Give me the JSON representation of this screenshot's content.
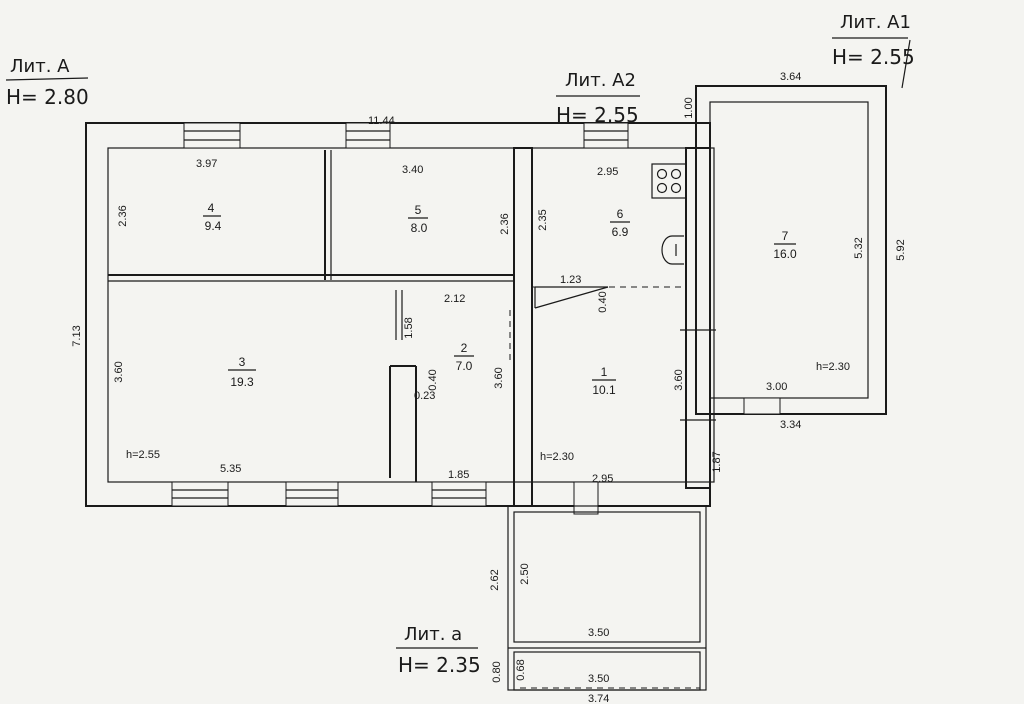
{
  "labels": {
    "lit_a_title": "Лит. А",
    "lit_a_height": "H= 2.80",
    "lit_a1_title": "Лит. А1",
    "lit_a1_height": "H= 2.55",
    "lit_a2_title": "Лит. А2",
    "lit_a2_height": "H= 2.55",
    "lit_a_small_title": "Лит. а",
    "lit_a_small_height": "H= 2.35"
  },
  "rooms": [
    {
      "number": "4",
      "area": "9.4"
    },
    {
      "number": "5",
      "area": "8.0"
    },
    {
      "number": "6",
      "area": "6.9"
    },
    {
      "number": "7",
      "area": "16.0"
    },
    {
      "number": "3",
      "area": "19.3"
    },
    {
      "number": "2",
      "area": "7.0"
    },
    {
      "number": "1",
      "area": "10.1"
    }
  ],
  "dimensions": {
    "overall_width": "11.44",
    "overall_height": "7.13",
    "r4_width": "3.97",
    "r4_height": "2.36",
    "r5_width": "3.40",
    "r5_height": "2.36",
    "r6_width": "2.95",
    "r6_height": "2.35",
    "r7_top": "3.64",
    "r7_offset": "1.00",
    "r7_inner_height": "5.32",
    "r7_outer_height": "5.92",
    "r7_bottom_inner": "3.00",
    "r7_bottom_outer": "3.34",
    "r1_top": "1.23",
    "r1_step": "0.40",
    "r1_height": "3.60",
    "r1_bottom": "2.95",
    "a2_side": "1.87",
    "r2_top": "2.12",
    "r2_side": "1.58",
    "r2_left": "0.40",
    "r2_step": "0.23",
    "r2_bottom": "1.85",
    "r2_height": "3.60",
    "r3_height": "3.60",
    "r3_bottom": "5.35",
    "porch_outer_h": "2.62",
    "porch_inner_h": "2.50",
    "porch_width": "3.50",
    "step_outer_h": "0.80",
    "step_inner_h": "0.68",
    "step_width": "3.50",
    "step_outer_w": "3.74"
  },
  "heights": {
    "r3": "h=2.55",
    "r1": "h=2.30",
    "r7": "h=2.30"
  },
  "fixtures": {
    "stove": "stove-icon",
    "sink": "sink-icon"
  }
}
